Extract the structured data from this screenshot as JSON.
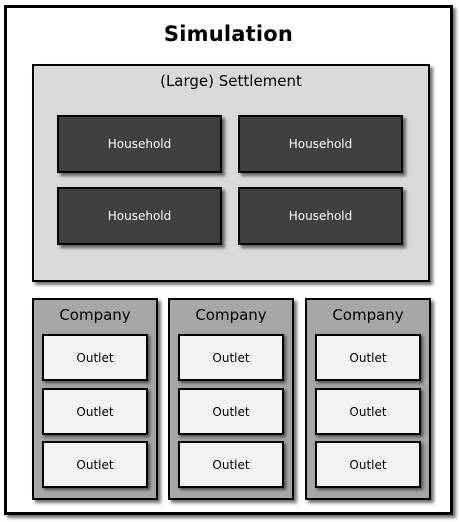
{
  "simulation": {
    "title": "Simulation"
  },
  "settlement": {
    "title": "(Large) Settlement",
    "households": [
      "Household",
      "Household",
      "Household",
      "Household"
    ]
  },
  "companies": [
    {
      "title": "Company",
      "outlets": [
        "Outlet",
        "Outlet",
        "Outlet"
      ]
    },
    {
      "title": "Company",
      "outlets": [
        "Outlet",
        "Outlet",
        "Outlet"
      ]
    },
    {
      "title": "Company",
      "outlets": [
        "Outlet",
        "Outlet",
        "Outlet"
      ]
    }
  ],
  "colors": {
    "frame_border": "#000000",
    "settlement_fill": "#d9d9d9",
    "household_fill": "#404040",
    "household_text": "#ffffff",
    "company_fill": "#a6a6a6",
    "outlet_fill": "#f2f2f2"
  }
}
